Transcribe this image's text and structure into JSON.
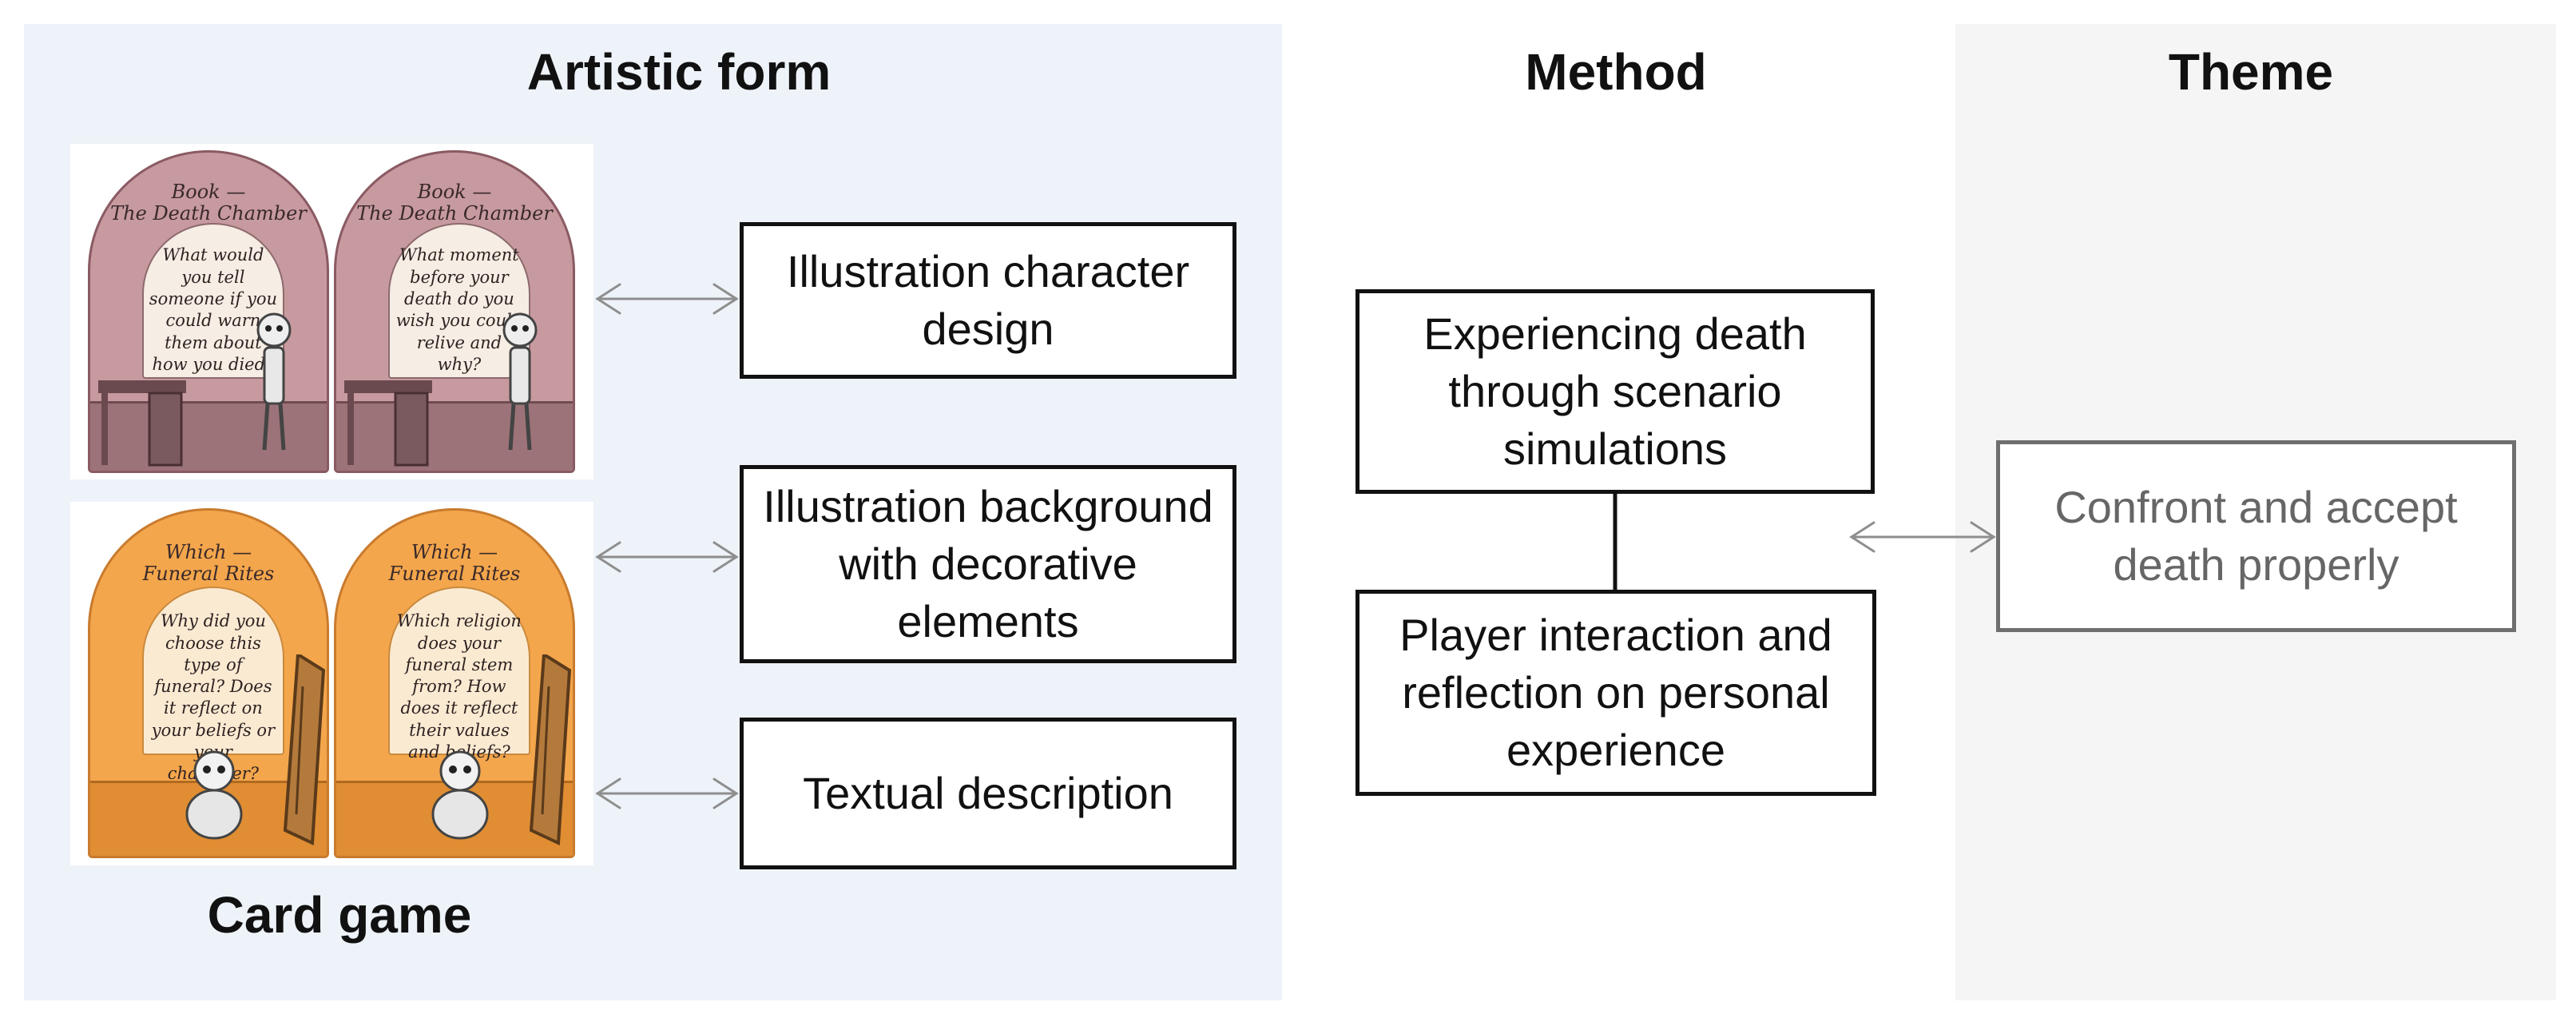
{
  "headings": {
    "artistic_form": "Artistic form",
    "method": "Method",
    "theme": "Theme"
  },
  "card_game_label": "Card game",
  "form_boxes": [
    {
      "text": "Illustration character\ndesign"
    },
    {
      "text": "Illustration background\nwith decorative\nelements"
    },
    {
      "text": "Textual description"
    }
  ],
  "method_boxes": [
    {
      "text": "Experiencing death\nthrough scenario\nsimulations"
    },
    {
      "text": "Player interaction and\nreflection on personal\nexperience"
    }
  ],
  "theme_box": {
    "text": "Confront and accept\ndeath properly"
  },
  "cards": [
    {
      "title": "Book —\nThe Death Chamber",
      "question": "What would you tell someone if you could warn them about how you died?"
    },
    {
      "title": "Book —\nThe Death Chamber",
      "question": "What moment before your death do you wish you could relive and why?"
    },
    {
      "title": "Which —\nFuneral Rites",
      "question": "Why did you choose this type of funeral? Does it reflect on your beliefs or your character?"
    },
    {
      "title": "Which —\nFuneral Rites",
      "question": "Which religion does your funeral stem from? How does it reflect their values and beliefs?"
    }
  ],
  "colors": {
    "art_panel_bg": "#eef3f9",
    "theme_panel_bg": "#f5f5f5",
    "arrow": "#8e8e8e"
  }
}
